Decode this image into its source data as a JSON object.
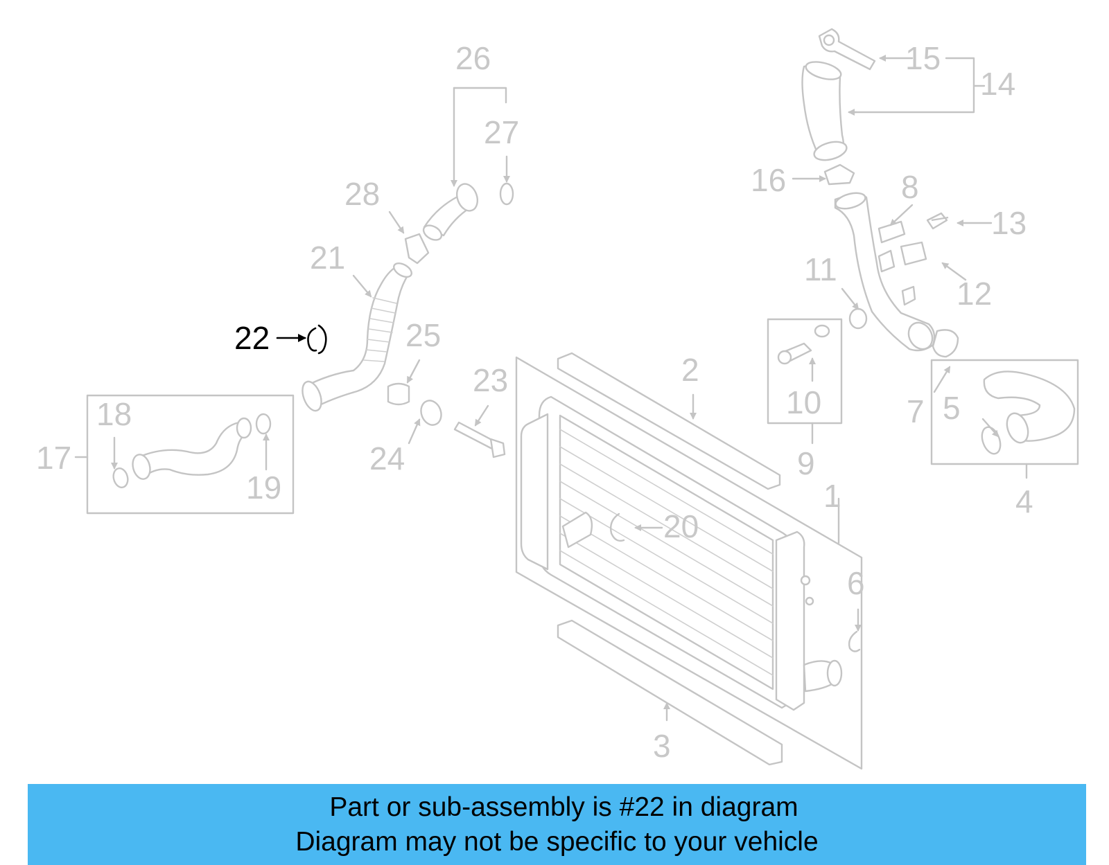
{
  "highlighted_part": "22",
  "colors": {
    "highlight": "#000000",
    "muted_lines": "#c4c4c4",
    "banner": "#4ab8f2"
  },
  "callouts": {
    "c1": "1",
    "c2": "2",
    "c3": "3",
    "c4": "4",
    "c5": "5",
    "c6": "6",
    "c7": "7",
    "c8": "8",
    "c9": "9",
    "c10": "10",
    "c11": "11",
    "c12": "12",
    "c13": "13",
    "c14": "14",
    "c15": "15",
    "c16": "16",
    "c17": "17",
    "c18": "18",
    "c19": "19",
    "c20": "20",
    "c21": "21",
    "c22": "22",
    "c23": "23",
    "c24": "24",
    "c25": "25",
    "c26": "26",
    "c27": "27",
    "c28": "28"
  },
  "banner": {
    "line1": "Part or sub-assembly is #22 in diagram",
    "line2": "Diagram may not be specific to your vehicle"
  }
}
